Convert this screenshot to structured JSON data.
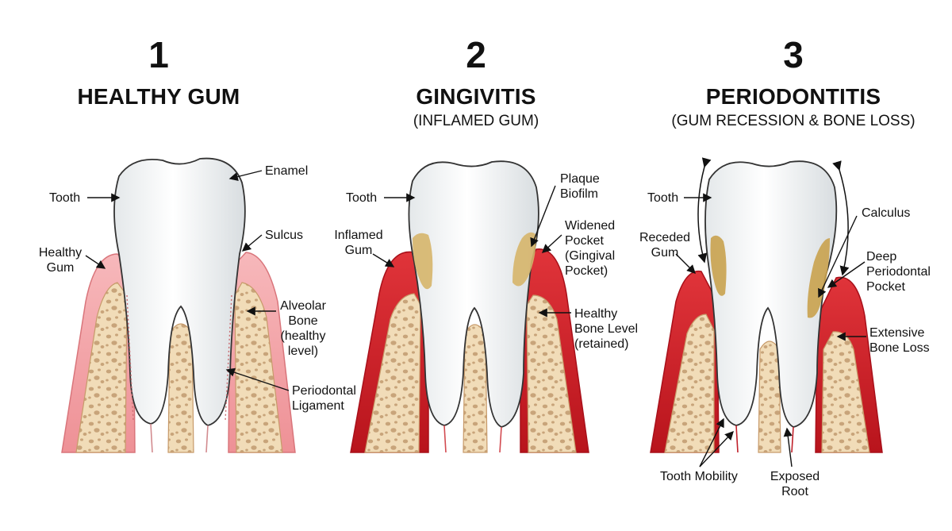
{
  "panels": [
    {
      "number": "1",
      "title": "HEALTHY GUM",
      "subtitle": "",
      "labels": {
        "enamel": "Enamel",
        "tooth": "Tooth",
        "sulcus": "Sulcus",
        "healthy_gum_l1": "Healthy",
        "healthy_gum_l2": "Gum",
        "alveolar_l1": "Alveolar",
        "alveolar_l2": "Bone",
        "alveolar_l3": "(healthy",
        "alveolar_l4": "level)",
        "pdl_l1": "Periodontal",
        "pdl_l2": "Ligament"
      }
    },
    {
      "number": "2",
      "title": "GINGIVITIS",
      "subtitle": "(INFLAMED GUM)",
      "labels": {
        "tooth": "Tooth",
        "plaque_l1": "Plaque",
        "plaque_l2": "Biofilm",
        "inflamed_l1": "Inflamed",
        "inflamed_l2": "Gum",
        "widened_l1": "Widened",
        "widened_l2": "Pocket",
        "widened_l3": "(Gingival",
        "widened_l4": "Pocket)",
        "healthy_bone_l1": "Healthy",
        "healthy_bone_l2": "Bone Level",
        "healthy_bone_l3": "(retained)"
      }
    },
    {
      "number": "3",
      "title": "PERIODONTITIS",
      "subtitle": "(GUM RECESSION & BONE LOSS)",
      "labels": {
        "tooth": "Tooth",
        "calculus": "Calculus",
        "receded_l1": "Receded",
        "receded_l2": "Gum",
        "deep_l1": "Deep",
        "deep_l2": "Periodontal",
        "deep_l3": "Pocket",
        "bone_loss_l1": "Extensive",
        "bone_loss_l2": "Bone Loss",
        "mobility": "Tooth Mobility",
        "exposed_l1": "Exposed",
        "exposed_l2": "Root"
      }
    }
  ],
  "colors": {
    "healthy_gum": "#f2a6aa",
    "inflamed_gum": "#d9272e",
    "bone": "#f1dcb8",
    "bone_pore": "#c8a47a",
    "tooth": "#ffffff",
    "plaque": "#d6b56a",
    "calculus": "#c9a24e"
  }
}
